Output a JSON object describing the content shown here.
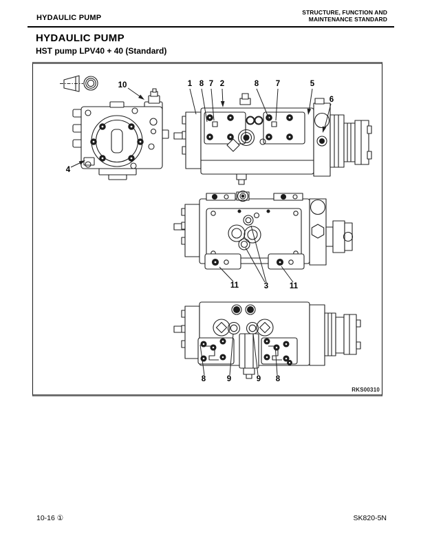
{
  "header": {
    "left": "HYDAULIC PUMP",
    "right_line1": "STRUCTURE, FUNCTION AND",
    "right_line2": "MAINTENANCE STANDARD"
  },
  "title": "HYDAULIC PUMP",
  "subtitle": "HST pump LPV40 + 40 (Standard)",
  "figure": {
    "code": "RKS00310",
    "callouts": [
      "10",
      "1",
      "8",
      "7",
      "2",
      "8",
      "7",
      "5",
      "6",
      "4",
      "11",
      "3",
      "11",
      "8",
      "9",
      "9",
      "8"
    ]
  },
  "footer": {
    "page_number": "10-16 ①",
    "model_code": "SK820-5N"
  }
}
